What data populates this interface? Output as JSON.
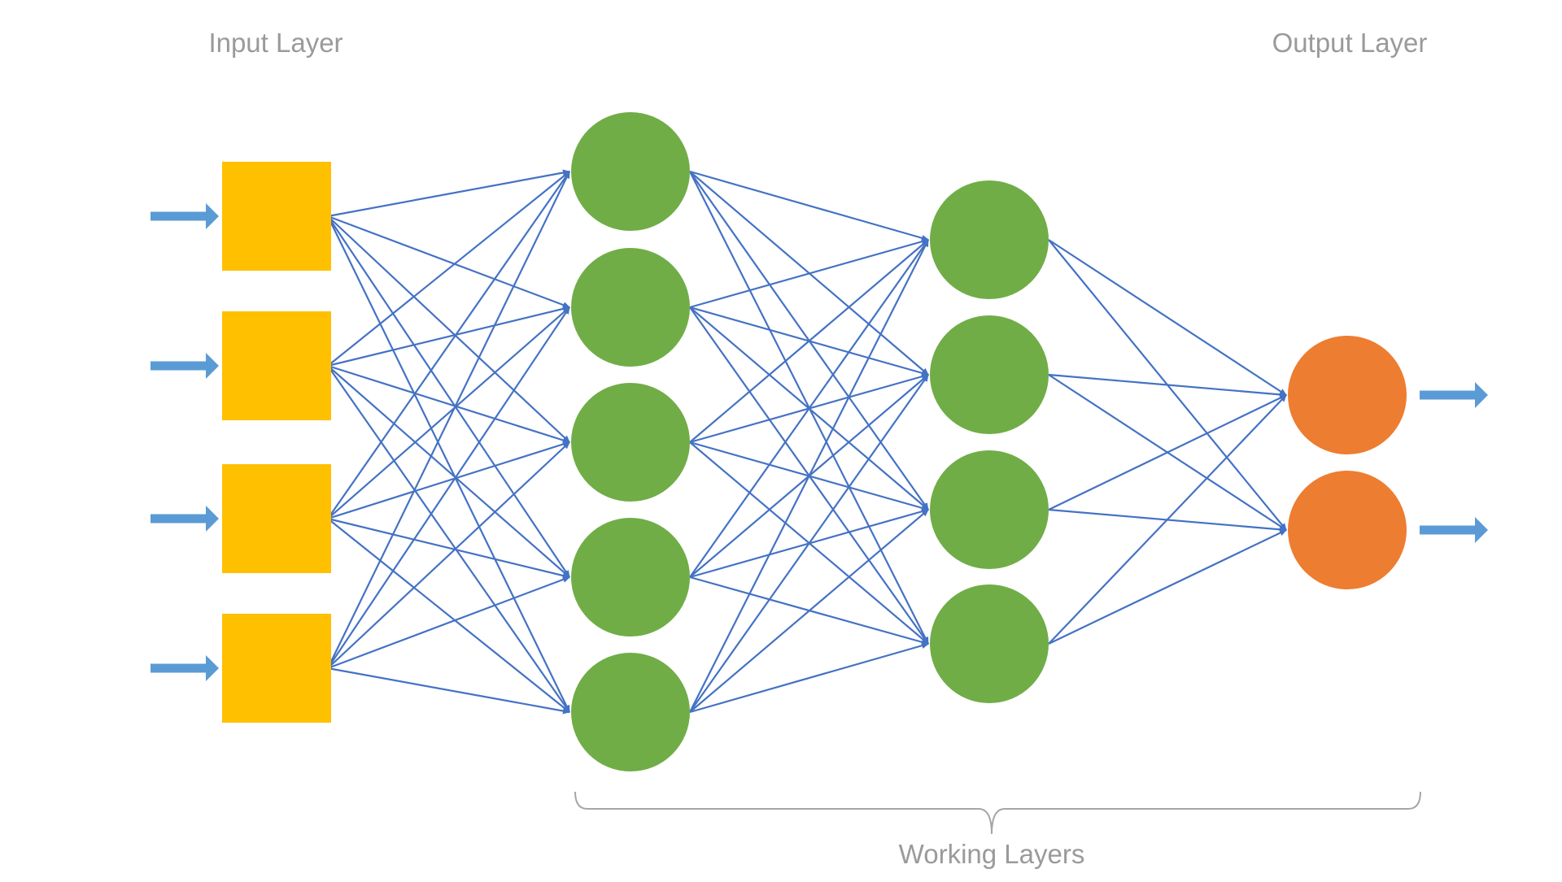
{
  "labels": {
    "input_layer": "Input Layer",
    "output_layer": "Output Layer",
    "working_layers": "Working Layers"
  },
  "colors": {
    "input_node": "#ffc000",
    "hidden_node": "#70ad47",
    "output_node": "#ed7d31",
    "connection": "#4472c4",
    "io_arrow": "#5b9bd5",
    "brace": "#a6a6a6"
  },
  "network": {
    "layers": [
      {
        "name": "input",
        "shape": "square",
        "nodes": 4
      },
      {
        "name": "hidden-1",
        "shape": "circle",
        "nodes": 5
      },
      {
        "name": "hidden-2",
        "shape": "circle",
        "nodes": 4
      },
      {
        "name": "output",
        "shape": "circle",
        "nodes": 2
      }
    ],
    "fully_connected": true,
    "input_arrows": 4,
    "output_arrows": 2
  },
  "icons": {
    "input_arrow": "right-arrow-icon",
    "output_arrow": "right-arrow-icon",
    "connection_arrowhead": "arrowhead-icon"
  }
}
